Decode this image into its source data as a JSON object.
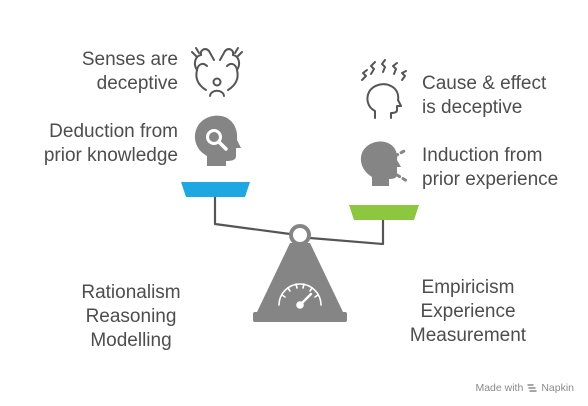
{
  "rationalism": {
    "claim_top": [
      "Senses are",
      "deceptive"
    ],
    "claim_bottom": [
      "Deduction from",
      "prior knowledge"
    ],
    "label": [
      "Rationalism",
      "Reasoning",
      "Modelling"
    ],
    "pan_color": "#1ea7e1"
  },
  "empiricism": {
    "claim_top": [
      "Cause & effect",
      "is deceptive"
    ],
    "claim_bottom": [
      "Induction from",
      "prior experience"
    ],
    "label": [
      "Empiricism",
      "Experience",
      "Measurement"
    ],
    "pan_color": "#8dc63f"
  },
  "icons": {
    "senses": "hands-senses-icon",
    "deduction": "head-magnifier-icon",
    "cause_effect": "head-sparks-icon",
    "induction": "head-speaking-icon"
  },
  "scale_color": "#858585",
  "watermark": {
    "prefix": "Made with",
    "brand": "Napkin"
  }
}
